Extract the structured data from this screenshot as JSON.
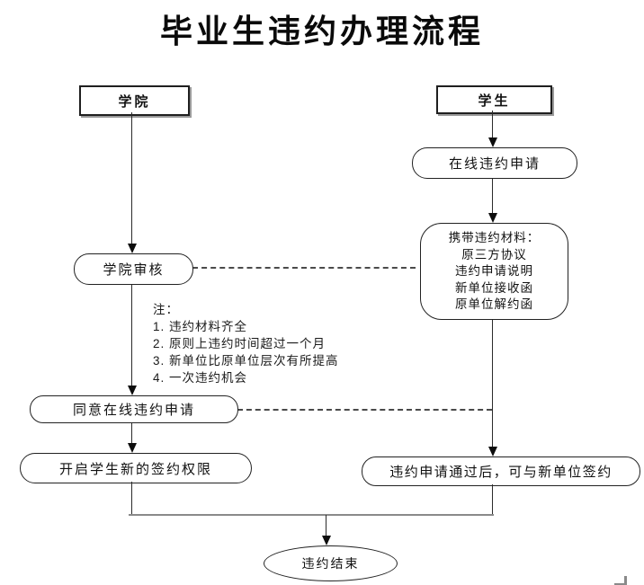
{
  "title": "毕业生违约办理流程",
  "colors": {
    "line": "#2b2b2b",
    "junction_line": "#8a8a8a",
    "node_border": "#222222",
    "background": "#ffffff",
    "text": "#111111"
  },
  "lanes": {
    "college": {
      "header": "学院"
    },
    "student": {
      "header": "学生"
    }
  },
  "nodes": {
    "online_apply": "在线违约申请",
    "college_review": "学院审核",
    "materials": {
      "title": "携带违约材料：",
      "items": [
        "原三方协议",
        "违约申请说明",
        "新单位接收函",
        "原单位解约函"
      ]
    },
    "note": {
      "heading": "注：",
      "items": [
        "1. 违约材料齐全",
        "2. 原则上违约时间超过一个月",
        "3. 新单位比原单位层次有所提高",
        "4. 一次违约机会"
      ]
    },
    "approve_online": "同意在线违约申请",
    "open_permission": "开启学生新的签约权限",
    "sign_with_new": "违约申请通过后，可与新单位签约",
    "end": "违约结束"
  }
}
